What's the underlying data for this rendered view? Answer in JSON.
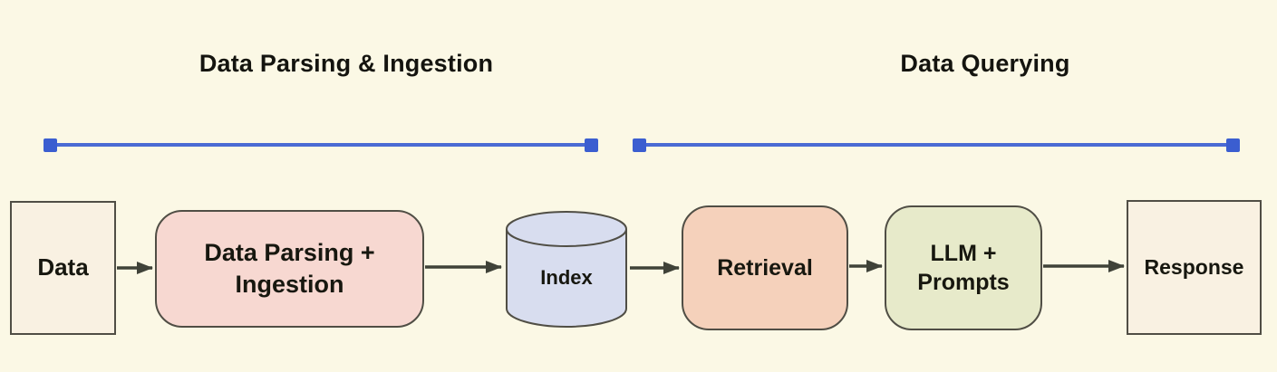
{
  "diagram": {
    "sections": [
      {
        "label": "Data Parsing & Ingestion"
      },
      {
        "label": "Data Querying"
      }
    ],
    "nodes": [
      {
        "id": "data",
        "label": "Data",
        "shape": "rectangle",
        "fill": "#F9F1E2"
      },
      {
        "id": "parsing",
        "label": "Data Parsing +\nIngestion",
        "shape": "rounded-rectangle",
        "fill": "#F7D8D1"
      },
      {
        "id": "index",
        "label": "Index",
        "shape": "database-cylinder",
        "fill": "#D8DDEF"
      },
      {
        "id": "retrieval",
        "label": "Retrieval",
        "shape": "rounded-rectangle",
        "fill": "#F5D1BB"
      },
      {
        "id": "llm",
        "label": "LLM +\nPrompts",
        "shape": "rounded-rectangle",
        "fill": "#E7EACA"
      },
      {
        "id": "response",
        "label": "Response",
        "shape": "rectangle",
        "fill": "#F9F1E2"
      }
    ],
    "edges": [
      {
        "from": "data",
        "to": "parsing"
      },
      {
        "from": "parsing",
        "to": "index"
      },
      {
        "from": "index",
        "to": "retrieval"
      },
      {
        "from": "retrieval",
        "to": "llm"
      },
      {
        "from": "llm",
        "to": "response"
      }
    ],
    "palette": {
      "background": "#FBF8E5",
      "span_line": "#4A6BD4",
      "span_endpoint": "#3B5ED0",
      "arrow": "#3F4238",
      "node_border": "#504E45",
      "text": "#14140F"
    }
  }
}
